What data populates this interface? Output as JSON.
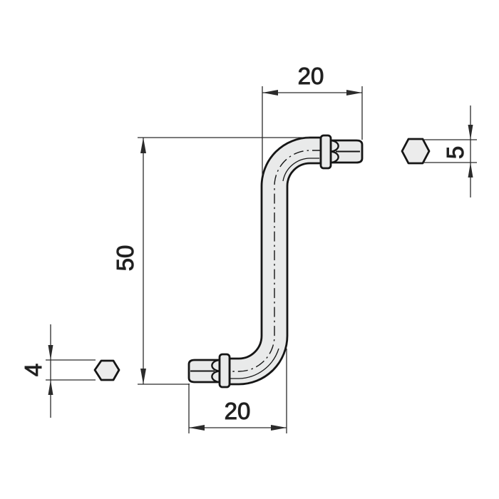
{
  "drawing": {
    "title": "s-shaped-hex-crank-handle-technical-drawing",
    "background_color": "#ffffff",
    "line_color": "#161616",
    "body_fill": "#e9eaea",
    "hex_fill": "#ececec",
    "dimension_color": "#2b2b2b",
    "text_color": "#1c1c1c",
    "dimensions": {
      "top_width": "20",
      "overall_height": "50",
      "top_hex_across_flats": "5",
      "bottom_hex_across_flats": "4",
      "bottom_width": "20"
    }
  }
}
